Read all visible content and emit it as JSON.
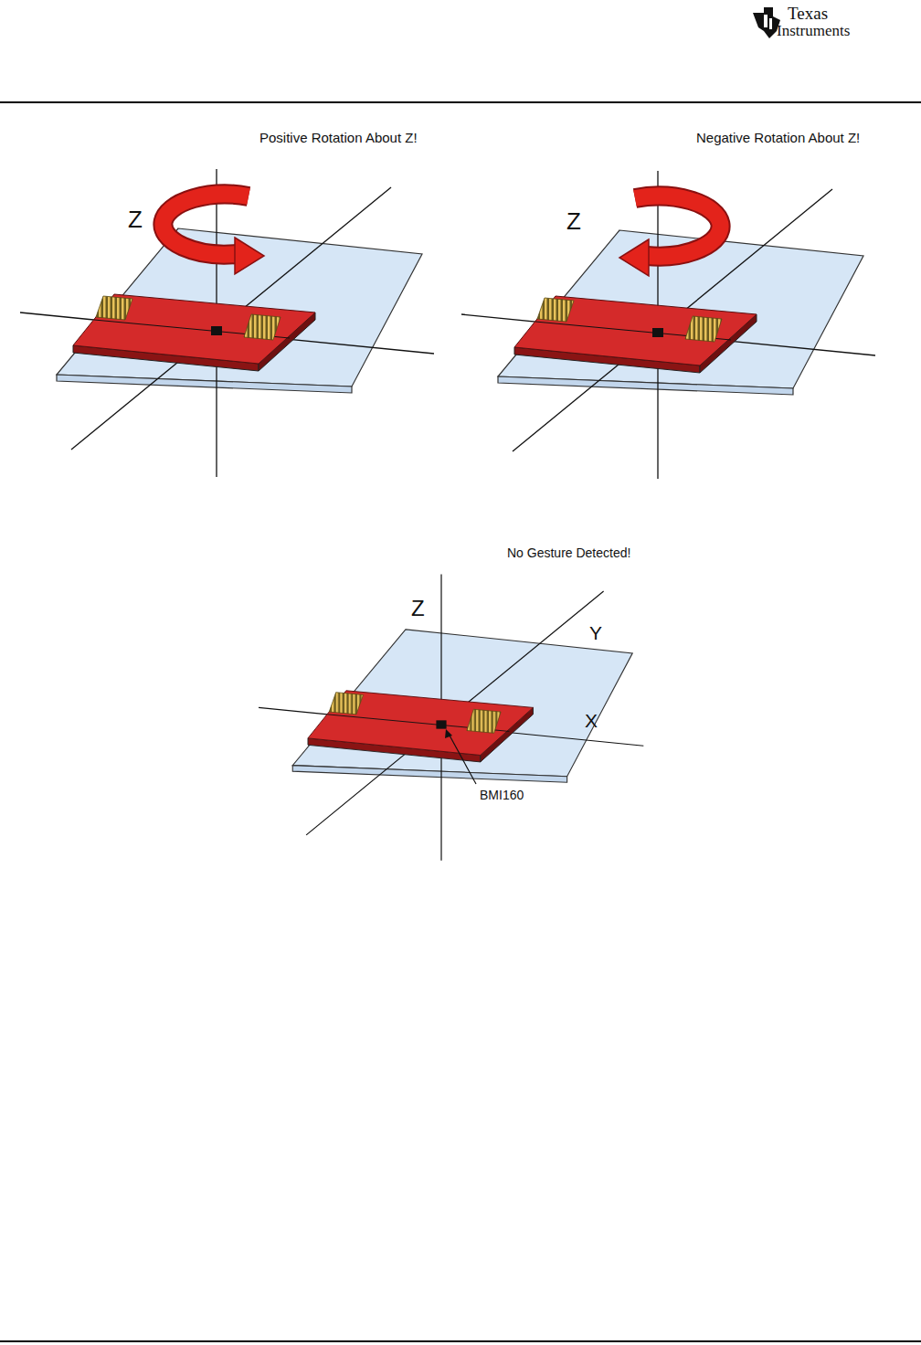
{
  "diagram": {
    "labels": [
      "Texas",
      "Instruments",
      "Positive Rotation About Z!",
      "Z",
      "Negative Rotation About Z!",
      "Z",
      "No Gesture Detected!",
      "Z",
      "Y",
      "X",
      "BMI160"
    ]
  }
}
